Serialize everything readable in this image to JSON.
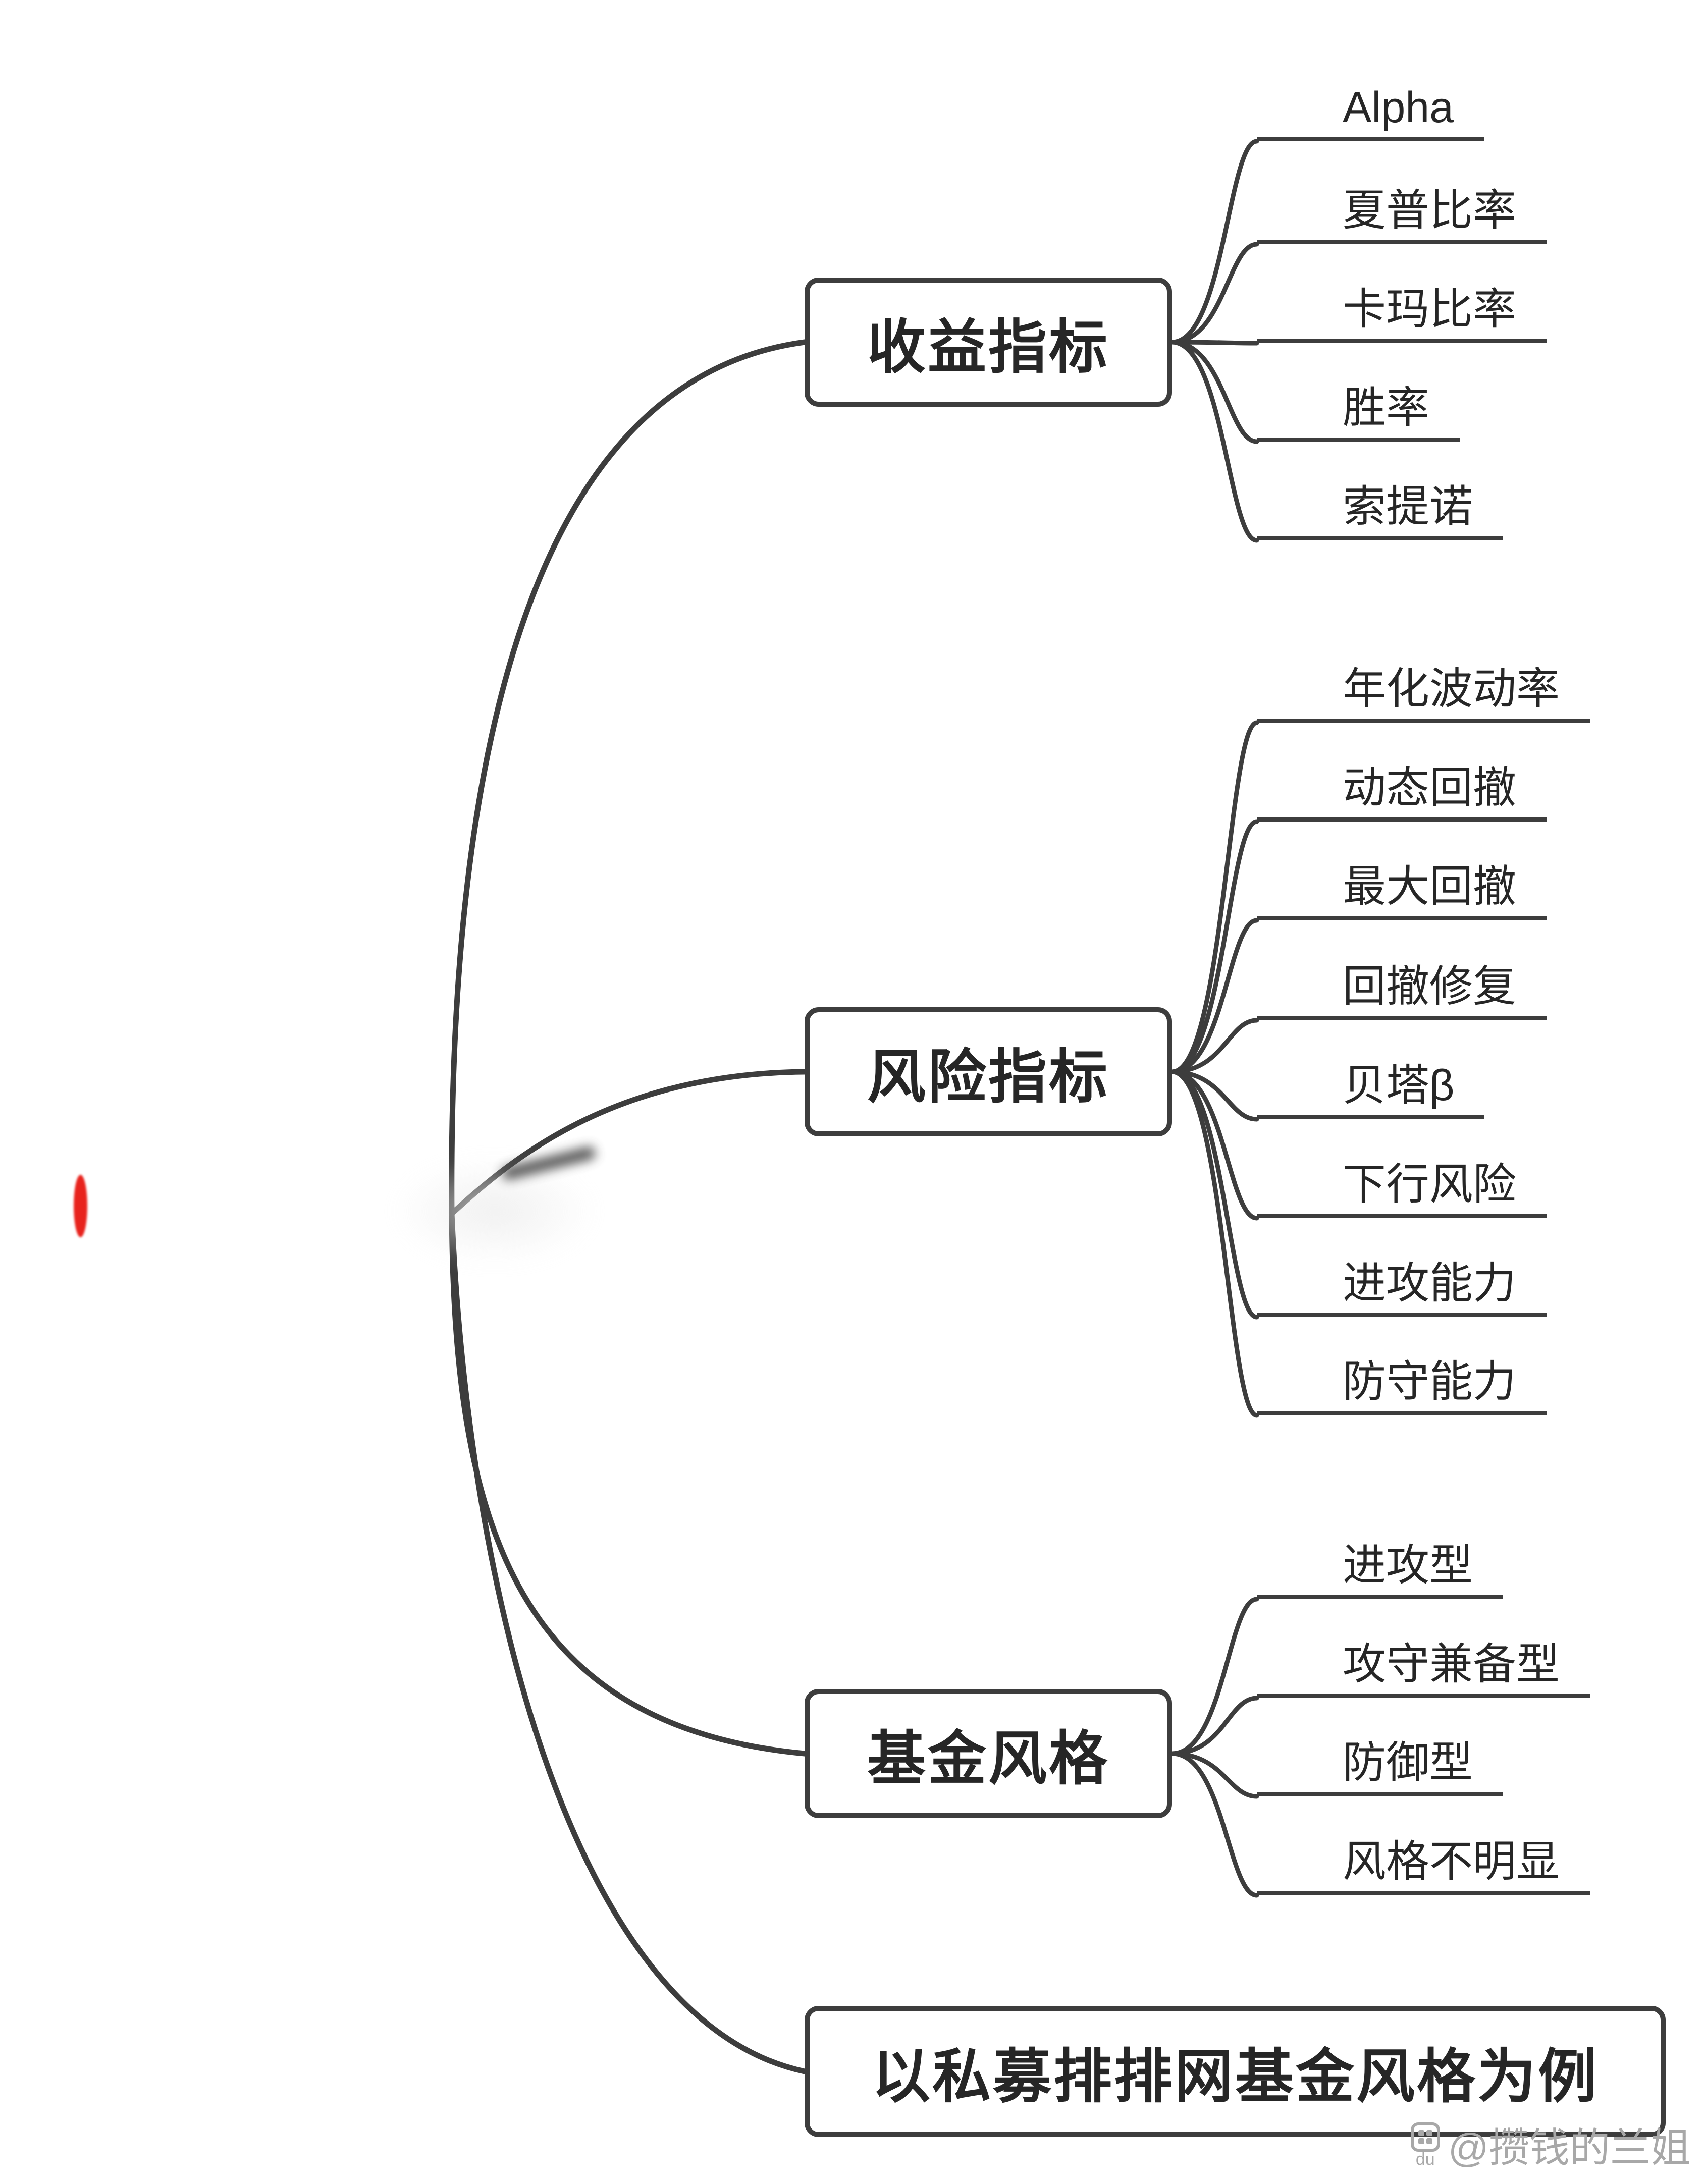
{
  "mindmap": {
    "branches": [
      {
        "label": "收益指标",
        "children": [
          "Alpha",
          "夏普比率",
          "卡玛比率",
          "胜率",
          "索提诺"
        ]
      },
      {
        "label": "风险指标",
        "children": [
          "年化波动率",
          "动态回撤",
          "最大回撤",
          "回撤修复",
          "贝塔β",
          "下行风险",
          "进攻能力",
          "防守能力"
        ]
      },
      {
        "label": "基金风格",
        "children": [
          "进攻型",
          "攻守兼备型",
          "防御型",
          "风格不明显"
        ]
      },
      {
        "label": "以私募排排网基金风格为例",
        "children": []
      }
    ]
  },
  "watermark": {
    "logo_text": "du",
    "handle": "@攒钱的兰姐"
  },
  "colors": {
    "line": "#3d3d3d",
    "text": "#262626",
    "accent_red": "#e8231d",
    "watermark_gray": "#a8a8a8"
  }
}
